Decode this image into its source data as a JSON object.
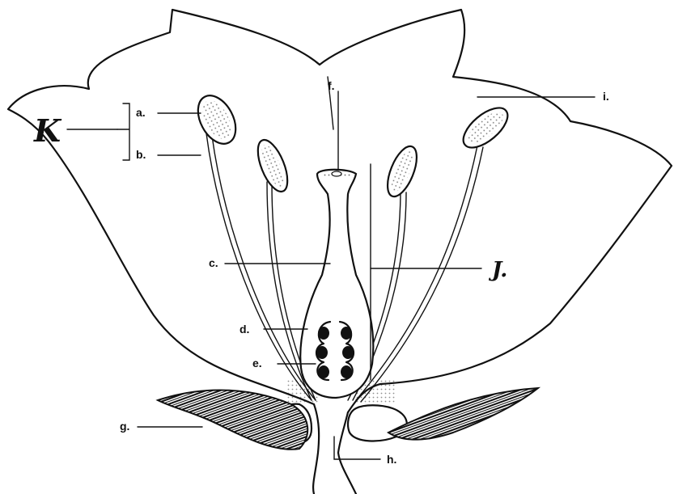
{
  "labels": {
    "a": "a.",
    "b": "b.",
    "c": "c.",
    "d": "d.",
    "e": "e.",
    "f": "f.",
    "g": "g.",
    "h": "h.",
    "i": "i."
  },
  "handwritten": {
    "k": "K",
    "j": "J."
  }
}
